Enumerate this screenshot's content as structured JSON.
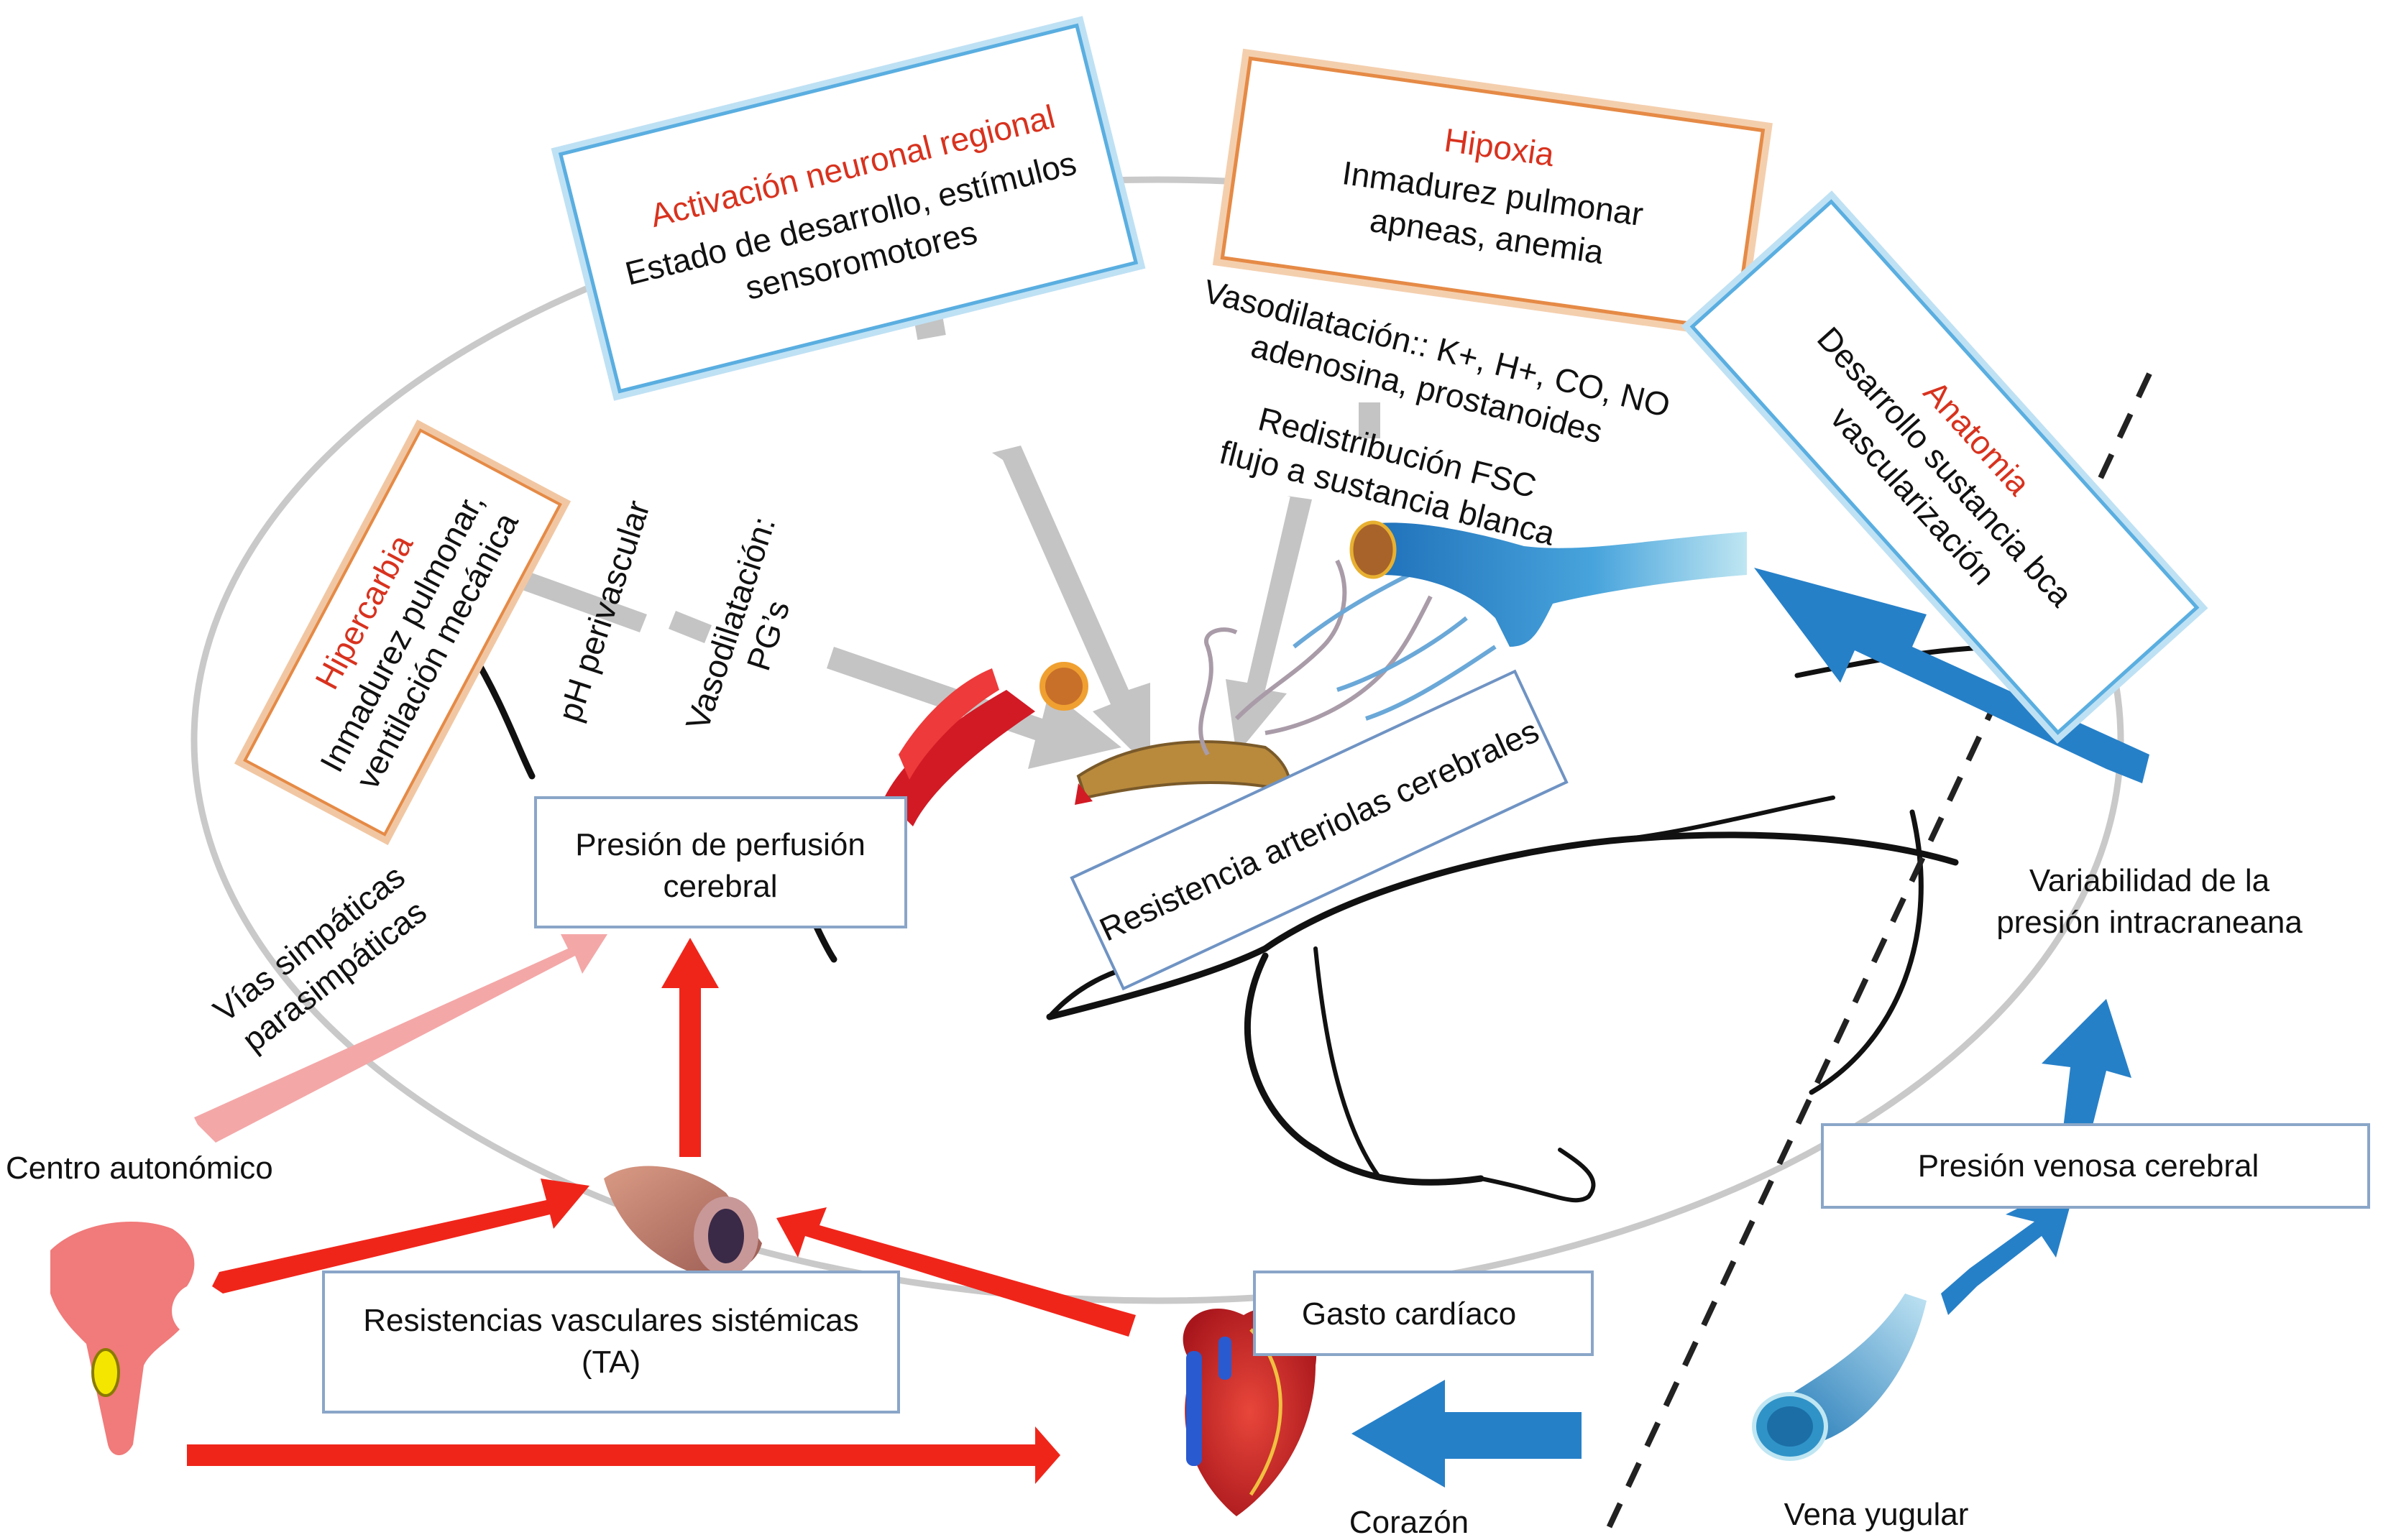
{
  "colors": {
    "title_red": "#d8321e",
    "arrow_red": "#f0251a",
    "arrow_pink": "#f4a7a7",
    "arrow_blue": "#2680c8",
    "arrow_gray": "#c4c4c4",
    "box_blue_border": "#5aaee0",
    "box_orange_border": "#e58a46",
    "box_plain_border": "#8aa6c8",
    "circle_gray": "#c9c9c9"
  },
  "factor_boxes": {
    "hipercarbia": {
      "title": "Hipercarbia",
      "lines": [
        "Inmadurez pulmonar,",
        "ventilación mecánica"
      ]
    },
    "activacion": {
      "title": "Activación neuronal regional",
      "lines": [
        "Estado de desarrollo, estímulos",
        "sensoromotores"
      ]
    },
    "hipoxia": {
      "title": "Hipoxia",
      "lines": [
        "Inmadurez pulmonar",
        "apneas, anemia"
      ]
    },
    "anatomia": {
      "title": "Anatomia",
      "lines": [
        "Desarrollo sustancia bca",
        "vascularización"
      ]
    }
  },
  "mediators": {
    "ph": "pH perivascular",
    "vaso_pg": [
      "Vasodilatación:",
      "PG’s"
    ],
    "vaso_k": [
      "Vasodilatación:: K+, H+, CO, NO",
      "adenosina, prostanoides"
    ],
    "redistribucion": [
      "Redistribución FSC",
      "flujo a sustancia blanca"
    ]
  },
  "boxes": {
    "perfusion": [
      "Presión de perfusión",
      "cerebral"
    ],
    "resistencia_arteriolas": "Resistencia arteriolas cerebrales",
    "resistencias_sistemicas": [
      "Resistencias vasculares sistémicas",
      "(TA)"
    ],
    "gasto": "Gasto cardíaco",
    "venosa": "Presión venosa cerebral"
  },
  "labels": {
    "vias": [
      "Vías simpáticas",
      "parasimpáticas"
    ],
    "centro": "Centro autonómico",
    "variabilidad": [
      "Variabilidad de la",
      "presión intracraneana"
    ],
    "corazon": "Corazón",
    "vena": "Vena yugular"
  }
}
